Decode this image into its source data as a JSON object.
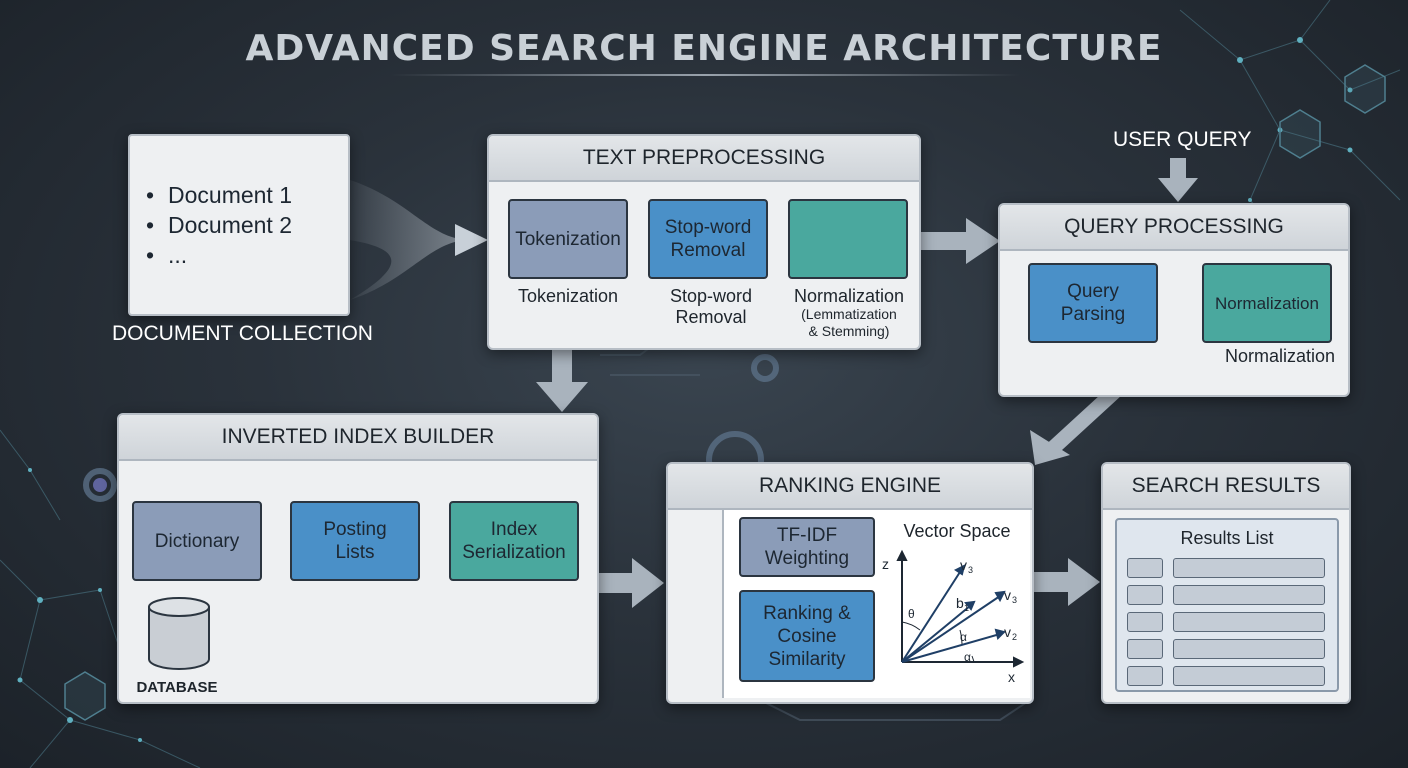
{
  "title": "ADVANCED SEARCH ENGINE ARCHITECTURE",
  "document_collection": {
    "label": "DOCUMENT COLLECTION",
    "items": [
      "Document 1",
      "Document 2",
      "..."
    ]
  },
  "text_preprocessing": {
    "title": "TEXT PREPROCESSING",
    "steps": [
      {
        "box": "Tokenization",
        "caption": "Tokenization"
      },
      {
        "box": "Stop-word\nRemoval",
        "caption": "Stop-word\nRemoval"
      },
      {
        "box": "",
        "caption": "Normalization",
        "note": "(Lemmatization\n& Stemming)"
      }
    ]
  },
  "user_query": {
    "label": "USER QUERY"
  },
  "query_processing": {
    "title": "QUERY PROCESSING",
    "query_parsing": "Query\nParsing",
    "normalization_box": "Normalization",
    "normalization_caption": "Normalization"
  },
  "inverted_index": {
    "title": "INVERTED INDEX BUILDER",
    "dictionary": "Dictionary",
    "posting_lists": "Posting\nLists",
    "index_serialization": "Index\nSerialization",
    "database": "DATABASE"
  },
  "ranking_engine": {
    "title": "RANKING ENGINE",
    "tfidf": "TF-IDF\nWeighting",
    "ranking": "Ranking &\nCosine\nSimilarity",
    "vector_space": {
      "title": "Vector Space",
      "axis_z": "z",
      "axis_x": "x",
      "v3a": "v",
      "v3a_sub": "3",
      "b1": "b",
      "b1_sub": "1",
      "v3b": "v",
      "v3b_sub": "3",
      "v2": "v",
      "v2_sub": "2",
      "theta": "θ",
      "alpha1": "α",
      "alpha2": "α"
    }
  },
  "search_results": {
    "title": "SEARCH RESULTS",
    "list_title": "Results List",
    "row_count": 5
  },
  "colors": {
    "slate": "#8b9cb8",
    "blue": "#4a90c8",
    "teal": "#4aa89e",
    "arrow": "#a9b3bd"
  }
}
